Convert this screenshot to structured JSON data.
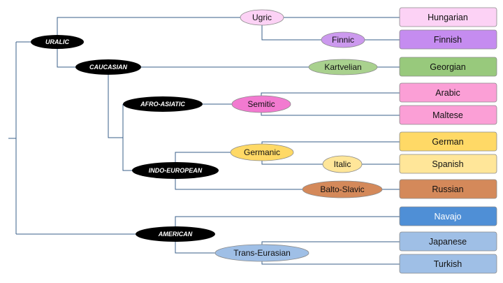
{
  "families": [
    {
      "id": "uralic",
      "label": "URALIC"
    },
    {
      "id": "caucasian",
      "label": "CAUCASIAN"
    },
    {
      "id": "afro-asiatic",
      "label": "AFRO-ASIATIC"
    },
    {
      "id": "indo-european",
      "label": "INDO-EUROPEAN"
    },
    {
      "id": "american",
      "label": "AMERICAN"
    }
  ],
  "subgroups": [
    {
      "id": "ugric",
      "label": "Ugric",
      "color": "#fcd2f5"
    },
    {
      "id": "finnic",
      "label": "Finnic",
      "color": "#cc99ee"
    },
    {
      "id": "kartvelian",
      "label": "Kartvelian",
      "color": "#a9d18e"
    },
    {
      "id": "semitic",
      "label": "Semitic",
      "color": "#f27ad0"
    },
    {
      "id": "germanic",
      "label": "Germanic",
      "color": "#ffd966"
    },
    {
      "id": "italic",
      "label": "Italic",
      "color": "#ffe699"
    },
    {
      "id": "balto-slavic",
      "label": "Balto-Slavic",
      "color": "#d4895a"
    },
    {
      "id": "trans-eurasian",
      "label": "Trans-Eurasian",
      "color": "#9fbfe6"
    }
  ],
  "languages": [
    {
      "id": "hungarian",
      "label": "Hungarian",
      "color": "#fcd2f5"
    },
    {
      "id": "finnish",
      "label": "Finnish",
      "color": "#c58cf0"
    },
    {
      "id": "georgian",
      "label": "Georgian",
      "color": "#98c97c"
    },
    {
      "id": "arabic",
      "label": "Arabic",
      "color": "#fb9fd6"
    },
    {
      "id": "maltese",
      "label": "Maltese",
      "color": "#fb9fd6"
    },
    {
      "id": "german",
      "label": "German",
      "color": "#ffd966"
    },
    {
      "id": "spanish",
      "label": "Spanish",
      "color": "#ffe699"
    },
    {
      "id": "russian",
      "label": "Russian",
      "color": "#d4895a"
    },
    {
      "id": "navajo",
      "label": "Navajo",
      "color": "#4f8fd6"
    },
    {
      "id": "japanese",
      "label": "Japanese",
      "color": "#9fbfe6"
    },
    {
      "id": "turkish",
      "label": "Turkish",
      "color": "#9fbfe6"
    }
  ],
  "colors": {
    "line": "#3a5f8a",
    "family_fill": "#000000",
    "node_border": "#8a8a8a"
  }
}
